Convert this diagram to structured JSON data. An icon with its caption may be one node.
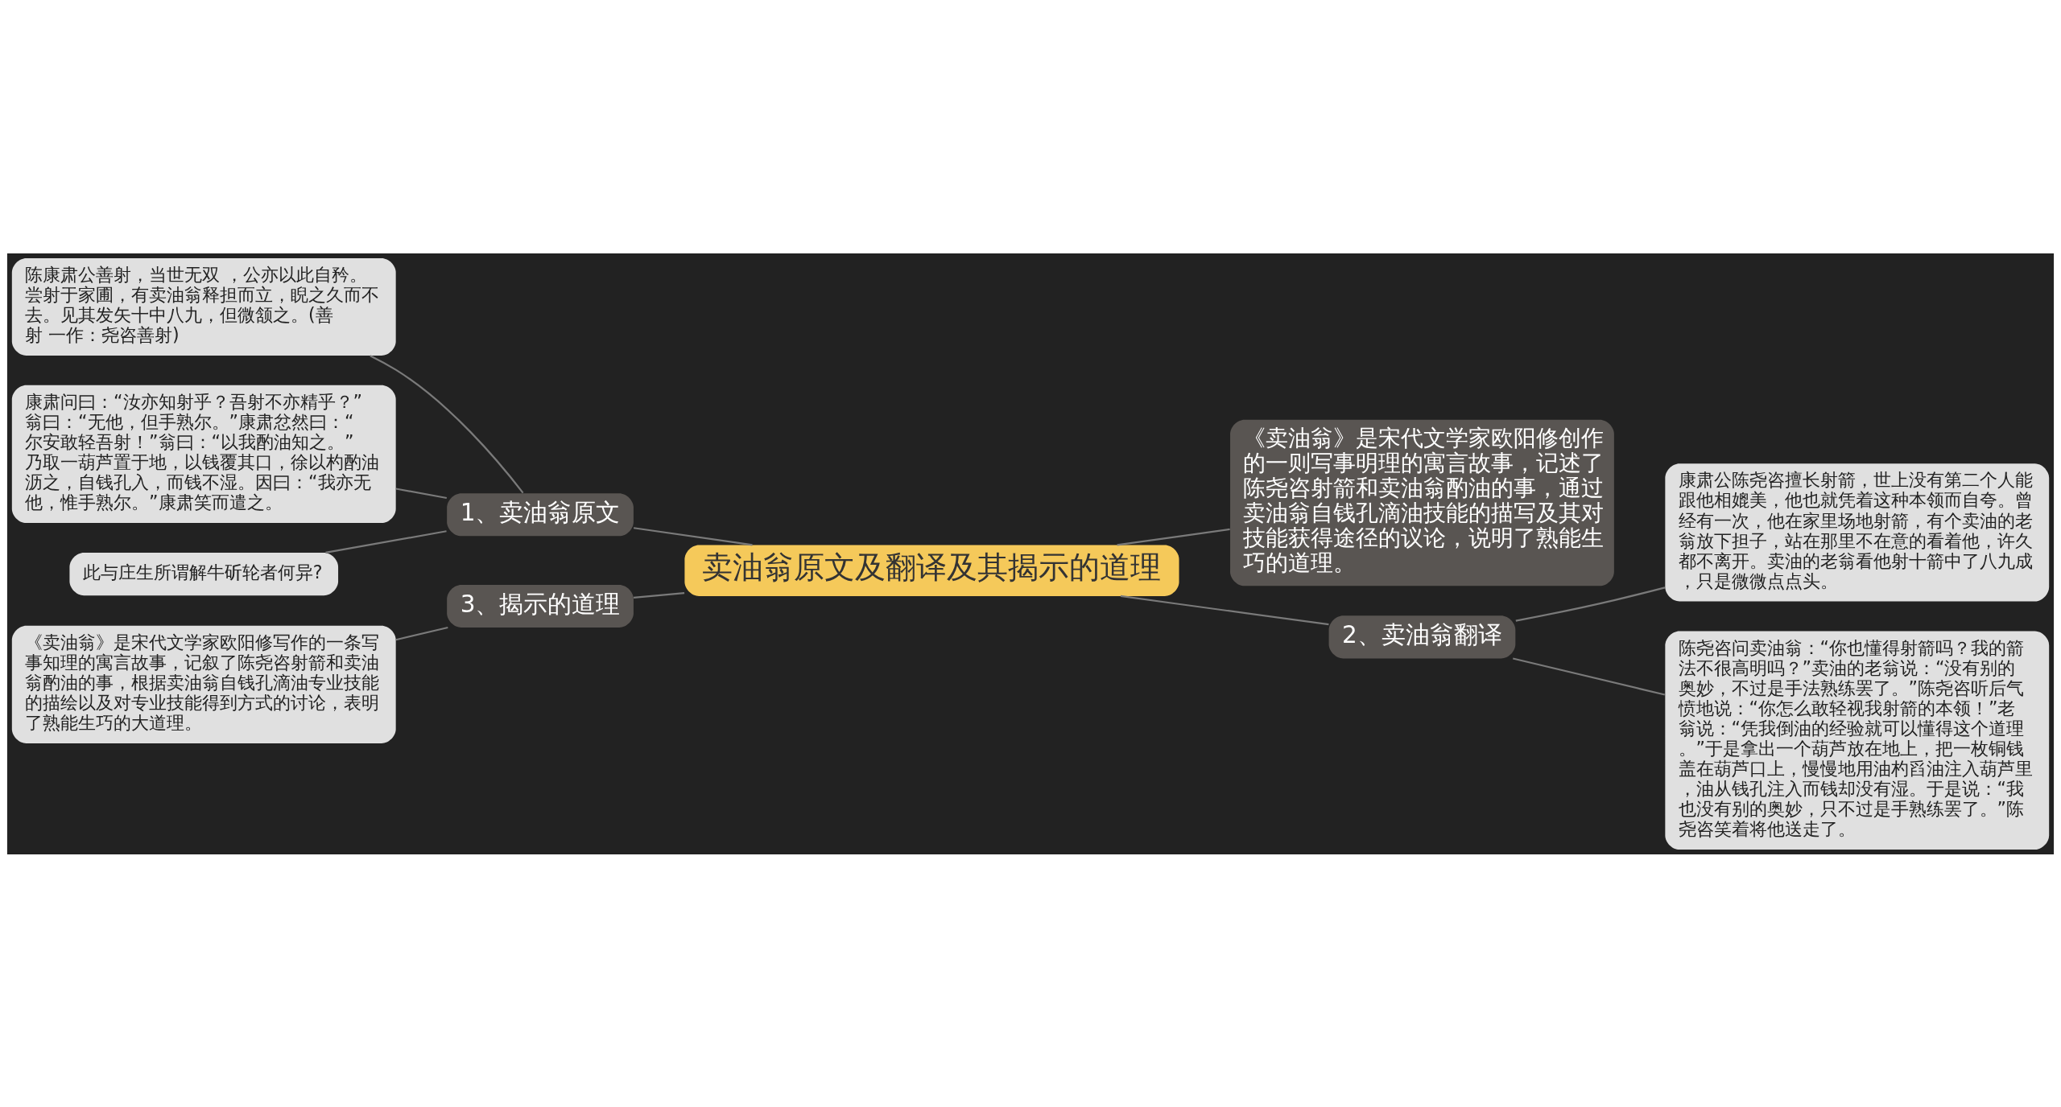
{
  "diagram": {
    "nodes": [
      {
        "text": [
          "卖油翁原文及翻译及其揭示的道理"
        ]
      },
      {
        "text": [
          "1、卖油翁原文"
        ]
      },
      {
        "text": [
          "陈康肃公善射，当世无双 ，公亦以此自矜。尝射于家圃，有卖油翁释担而立，睨之久而不去。见其发矢十中八九，但微颔之。(善射 一作：尧咨善射)"
        ]
      },
      {
        "text": [
          "康肃问曰：“汝亦知射乎？吾射不亦精乎？”翁曰：“无他，但手熟尔。”康肃忿然曰：“尔安敢轻吾射！”翁曰：“以我酌油知之。”乃取一葫芦置于地，以钱覆其口，徐以杓酌油沥之，自钱孔入，而钱不湿。因曰：“我亦无他，惟手熟尔。”康肃笑而遣之。"
        ]
      },
      {
        "text": [
          "此与庄生所谓解牛斫轮者何异?"
        ]
      },
      {
        "text": [
          "3、揭示的道理"
        ]
      },
      {
        "text": [
          "《卖油翁》是宋代文学家欧阳修写作的一条写事知理的寓言故事，记叙了陈尧咨射箭和卖油翁酌油的事，根据卖油翁自钱孔滴油专业技能的描绘以及对专业技能得到方式的讨论，表明了熟能生巧的大道理。"
        ]
      },
      {
        "text": [
          "《卖油翁》是宋代文学家欧阳修创作的一则写事明理的寓言故事，记述了陈尧咨射箭和卖油翁酌油的事，通过卖油翁自钱孔滴油技能的描写及其对技能获得途径的议论，说明了熟能生巧的道理。"
        ]
      },
      {
        "text": [
          "2、卖油翁翻译"
        ]
      },
      {
        "text": [
          "康肃公陈尧咨擅长射箭，世上没有第二个人能跟他相媲美，他也就凭着这种本领而自夸。曾经有一次，他在家里场地射箭，有个卖油的老翁放下担子，站在那里不在意的看着他，许久都不离开。卖油的老翁看他射十箭中了八九成，只是微微点点头。"
        ]
      },
      {
        "text": [
          "陈尧咨问卖油翁：“你也懂得射箭吗？我的箭法不很高明吗？”卖油的老翁说：“没有别的奥妙，不过是手法熟练罢了。”陈尧咨听后气愤地说：“你怎么敢轻视我射箭的本领！”老翁说：“凭我倒油的经验就可以懂得这个道理。”于是拿出一个葫芦放在地上，把一枚铜钱盖在葫芦口上，慢慢地用油杓舀油注入葫芦里，油从钱孔注入而钱却没有湿。于是说：“我也没有别的奥妙，只不过是手熟练罢了。”陈尧咨笑着将他送走了。"
        ]
      }
    ],
    "edges": [
      {
        "from": 1,
        "to": 0,
        "arrow": "none"
      },
      {
        "from": 2,
        "to": 1,
        "arrow": "none"
      },
      {
        "from": 3,
        "to": 1,
        "arrow": "none"
      },
      {
        "from": 4,
        "to": 1,
        "arrow": "none"
      },
      {
        "from": 5,
        "to": 0,
        "arrow": "none"
      },
      {
        "from": 6,
        "to": 5,
        "arrow": "none"
      },
      {
        "from": 0,
        "to": 7,
        "arrow": "none"
      },
      {
        "from": 0,
        "to": 8,
        "arrow": "none"
      },
      {
        "from": 8,
        "to": 9,
        "arrow": "none"
      },
      {
        "from": 8,
        "to": 10,
        "arrow": "none"
      }
    ]
  }
}
